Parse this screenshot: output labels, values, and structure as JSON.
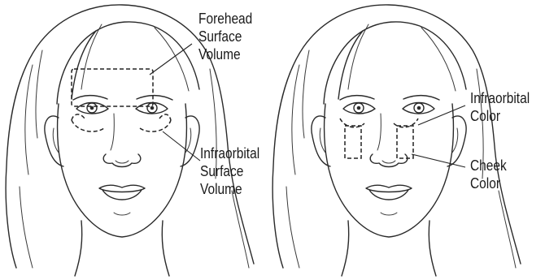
{
  "left_face": {
    "labels": {
      "forehead": [
        "Forehead",
        "Surface",
        "Volume"
      ],
      "infraorbital": [
        "Infraorbital",
        "Surface",
        "Volume"
      ]
    }
  },
  "right_face": {
    "labels": {
      "infraorbital": [
        "Infraorbital",
        "Color"
      ],
      "cheek": [
        "Cheek",
        "Color"
      ]
    }
  }
}
